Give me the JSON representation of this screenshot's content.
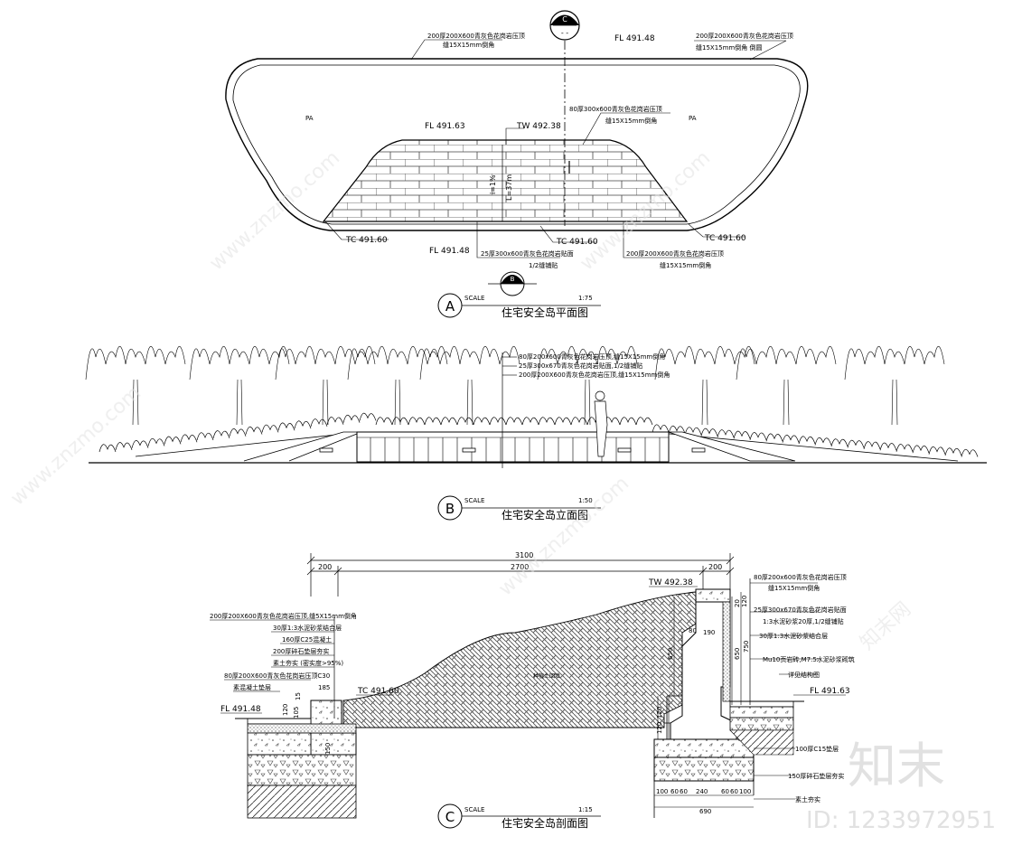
{
  "plan": {
    "section_mark": "C",
    "section_mark_b": "B",
    "labels": {
      "top_left_note_1": "200厚200X600青灰色花岗岩压顶",
      "top_left_note_2": "缝15X15mm倒角",
      "top_right_note_1": "200厚200X600青灰色花岗岩压顶",
      "top_right_note_2": "缝15X15mm倒角 倒圆",
      "fl_top": "FL 491.48",
      "pa_left": "PA",
      "pa_right": "PA",
      "fl_mid": "FL 491.63",
      "tw": "TW 492.38",
      "mid_note_1": "80厚300x600青灰色花岗岩压顶",
      "mid_note_2": "缝15X15mm倒角",
      "slope": "i=1%",
      "length": "L=37m",
      "tc_left": "TC 491.60",
      "fl_bottom": "FL 491.48",
      "wall_note_1": "25厚300x600青灰色花岗岩贴面",
      "wall_note_2": "1/2缝铺贴",
      "tc_mid": "TC 491.60",
      "bottom_right_note_1": "200厚200X600青灰色花岗岩压顶",
      "bottom_right_note_2": "缝15X15mm倒角",
      "tc_right": "TC 491.60"
    },
    "title_letter": "A",
    "title_scale_label": "SCALE",
    "title_scale": "1:75",
    "title": "住宅安全岛平面图"
  },
  "elevation": {
    "notes": [
      "80厚200x600青灰色花岗岩压顶,缝15X15mm倒角",
      "25厚300x670青灰色花岗岩贴面,1/2缝铺贴",
      "200厚200X600青灰色花岗岩压顶,缝15X15mm倒角"
    ],
    "title_letter": "B",
    "title_scale_label": "SCALE",
    "title_scale": "1:50",
    "title": "住宅安全岛立面图"
  },
  "section": {
    "dims_top": {
      "total": "3100",
      "left": "200",
      "middle": "2700",
      "right": "200"
    },
    "tw": "TW 492.38",
    "left_notes": [
      "200厚200X600青灰色花岗岩压顶,缝5X15mm倒角",
      "30厚1:3水泥砂浆结合层",
      "160厚C25混凝土",
      "200厚碎石垫层夯实",
      "素土夯实 (密实度>95%)",
      "80厚200X600青灰色花岗岩压顶C30",
      "素混凝土垫层"
    ],
    "fl_left": "FL 491.48",
    "tc_left": "TC 491.60",
    "dim_185": "185",
    "dim_15": "15",
    "dim_120a": "120",
    "dim_105": "105",
    "dim_150": "150",
    "planting": "种植土回填",
    "right_notes": [
      "80厚200x600青灰色花岗岩压顶",
      "缝15X15mm倒角",
      "25厚300x670青灰色花岗岩贴面",
      "1:3水泥砂浆20厚,1/2缝铺贴",
      "30厚1:3水泥砂浆结合层",
      "Mu10页岩砖,M7.5水泥砂浆砌筑",
      "详见结构图",
      "100厚C15垫层",
      "150厚碎石垫层夯实",
      "素土夯实"
    ],
    "fl_right": "FL 491.63",
    "dim_80": "80",
    "dim_190": "190",
    "dim_650a": "650",
    "dim_650b": "650",
    "dim_750": "750",
    "dim_120b": "120",
    "dim_120c": "120",
    "dim_20": "20",
    "dim_120d": "120",
    "dims_bottom": [
      "100",
      "60",
      "60",
      "240",
      "60",
      "60",
      "100"
    ],
    "dim_total_bottom": "690",
    "title_letter": "C",
    "title_scale_label": "SCALE",
    "title_scale": "1:15",
    "title": "住宅安全岛剖面图"
  },
  "watermark": {
    "brand": "知末",
    "id": "ID: 1233972951",
    "site": "www.znzmo.com",
    "site_cn": "知末网"
  }
}
